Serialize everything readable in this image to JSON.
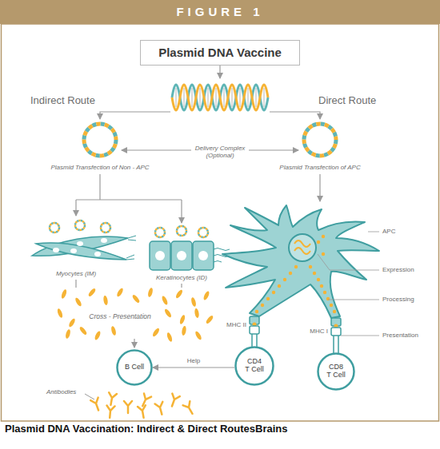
{
  "diagram": {
    "title": "FIGURE 1",
    "caption": "Plasmid DNA Vaccination: Indirect & Direct RoutesBrains",
    "nodes": [
      {
        "text": [
          "Plasmid DNA Vaccine"
        ]
      },
      {
        "text": [
          "B Cell"
        ]
      },
      {
        "text": [
          "CD4 T Cell"
        ]
      },
      {
        "text": [
          "CD8 T Cell"
        ]
      }
    ],
    "edges": [
      {
        "from": 2,
        "to": 1,
        "arrow": "to",
        "label": "Help"
      }
    ],
    "labels": [
      "Indirect Route",
      "Direct Route",
      "Delivery Complex (Optional)",
      "Plasmid Transfection of Non - APC",
      "Plasmid Transfection of APC",
      "APC",
      "Myocytes (IM)",
      "Keratinocytes (ID)",
      "Expression",
      "Processing",
      "Cross - Presentation",
      "MHC II",
      "MHC I",
      "Presentation",
      "Antibodies"
    ]
  }
}
